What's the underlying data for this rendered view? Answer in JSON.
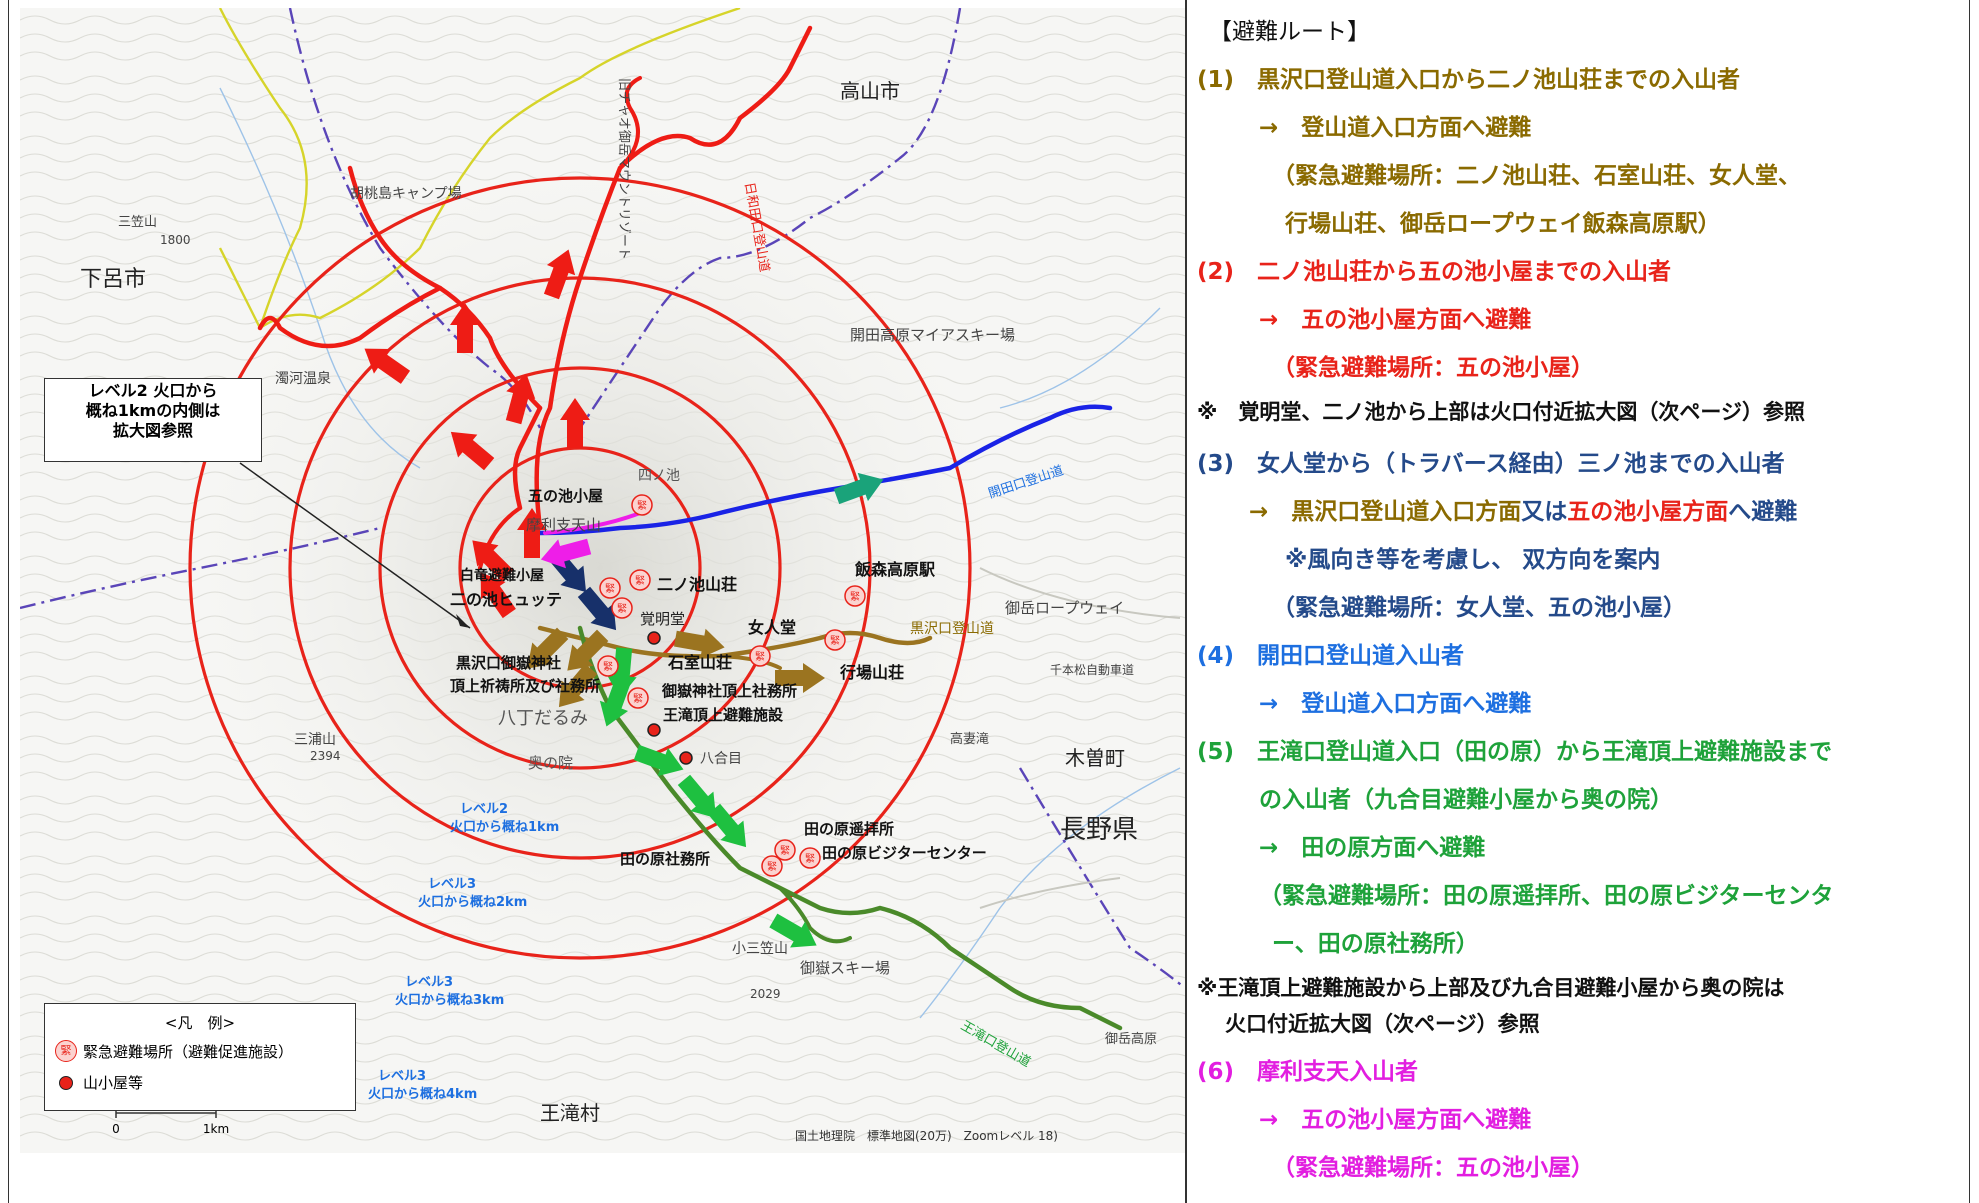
{
  "map": {
    "places": {
      "takayama": "高山市",
      "gero": "下呂市",
      "kiso": "木曽町",
      "nagano": "長野県",
      "otaki": "王滝村",
      "kaida_ski": "開田高原マイアスキー場",
      "ontake_ski": "御嶽スキー場",
      "old_resort": "旧チャオ御岳マウントリゾート",
      "hiwada_trail": "日和田口登山道",
      "kaida_trail": "開田口登山道",
      "kurosawa_trail": "黒沢口登山道",
      "otaki_trail": "王滝口登山道",
      "ropeway": "御岳ロープウェイ",
      "nigoritaki": "濁河温泉",
      "kogane": "小三笠山",
      "gokamenmi": "三浦山",
      "campsite": "胡桃島キャンプ場",
      "mitsukuri": "三笠山",
      "yakudoro": "八丁だるみ",
      "okunoin": "奥の院",
      "nanohhana": "四ノ池",
      "kakumeido": "覚明堂",
      "ontake_kogen": "御岳高原",
      "senbon": "千本松自動車道",
      "hakkaime": "八合目",
      "takazawa": "高妻滝",
      "elev_2394": "2394",
      "elev_2029": "2029",
      "elev_1800": "1800"
    },
    "facilities": {
      "gonoike": "五の池小屋",
      "marishiten": "摩利支天山",
      "hakuryu": "白竜避難小屋",
      "ninoike_hutte": "二の池ヒュッテ",
      "ninoike_sanso": "二ノ池山荘",
      "nyonindo": "女人堂",
      "iimori": "飯森高原駅",
      "gyoba": "行場山荘",
      "ishimuro": "石室山荘",
      "kurosawa_shrine_1": "黒沢口御嶽神社",
      "kurosawa_shrine_2": "頂上祈祷所及び社務所",
      "ontake_shrine": "御嶽神社頂上社務所",
      "otaki_shelter": "王滝頂上避難施設",
      "tanohara_youhai": "田の原遥拝所",
      "tanohara_visitor": "田の原ビジターセンター",
      "tanohara_shamusho": "田の原社務所"
    },
    "rings": {
      "r1": "レベル2\n火口から概ね1km",
      "r1_a": "レベル2",
      "r1_b": "火口から概ね1km",
      "r2_a": "レベル3",
      "r2_b": "火口から概ね2km",
      "r3_a": "レベル3",
      "r3_b": "火口から概ね3km",
      "r4_a": "レベル3",
      "r4_b": "火口から概ね4km"
    },
    "callout": {
      "line1": "レベル2 火口から",
      "line2": "概ね1kmの内側は",
      "line3": "拡大図参照"
    },
    "legend": {
      "title": "<凡　例>",
      "emergency_mark": "緊",
      "emergency": "緊急避難場所（避難促進施設）",
      "hut": "山小屋等"
    },
    "scale": {
      "zero": "0",
      "one": "1km"
    },
    "attribution": "国土地理院　標準地図(20万)　Zoomレベル 18)",
    "colors": {
      "ring": "#e8231a",
      "route_red": "#ee1c15",
      "route_blue": "#1a23e6",
      "route_olive": "#9b7420",
      "route_green": "#4a8a2a",
      "route_magenta": "#ee1ee8",
      "arrow_navy": "#17306a",
      "arrow_teal": "#1aa37a"
    }
  },
  "panel": {
    "title": "【避難ルート】",
    "s1": {
      "head": "(1)　黒沢口登山道入口から二ノ池山荘までの入山者",
      "arrow": "→　登山道入口方面へ避難",
      "note1": "（緊急避難場所：二ノ池山荘、石室山荘、女人堂、",
      "note2": "行場山荘、御岳ロープウェイ飯森高原駅）"
    },
    "s2": {
      "head": "(2)　二ノ池山荘から五の池小屋までの入山者",
      "arrow": "→　五の池小屋方面へ避難",
      "note": "（緊急避難場所：五の池小屋）"
    },
    "ref1": "※　覚明堂、二ノ池から上部は火口付近拡大図（次ページ）参照",
    "s3": {
      "head": "(3)　女人堂から（トラバース経由）三ノ池までの入山者",
      "arrow_a": "→　黒沢口登山道入口方面",
      "arrow_b": "又は",
      "arrow_c": "五の池小屋方面",
      "arrow_d": "へ避難",
      "note_a": "※風向き等を考慮し、 双方向を案内",
      "note_b": "（緊急避難場所：女人堂、五の池小屋）"
    },
    "s4": {
      "head": "(4)　開田口登山道入山者",
      "arrow": "→　登山道入口方面へ避難"
    },
    "s5": {
      "head1": "(5)　王滝口登山道入口（田の原）から王滝頂上避難施設まで",
      "head2": "の入山者（九合目避難小屋から奥の院）",
      "arrow": "→　田の原方面へ避難",
      "note1": "（緊急避難場所：田の原遥拝所、田の原ビジターセンタ",
      "note2": "ー、田の原社務所）"
    },
    "ref2a": "※王滝頂上避難施設から上部及び九合目避難小屋から奥の院は",
    "ref2b": "火口付近拡大図（次ページ）参照",
    "s6": {
      "head": "(6)　摩利支天入山者",
      "arrow": "→　五の池小屋方面へ避難",
      "note": "（緊急避難場所：五の池小屋）"
    }
  }
}
